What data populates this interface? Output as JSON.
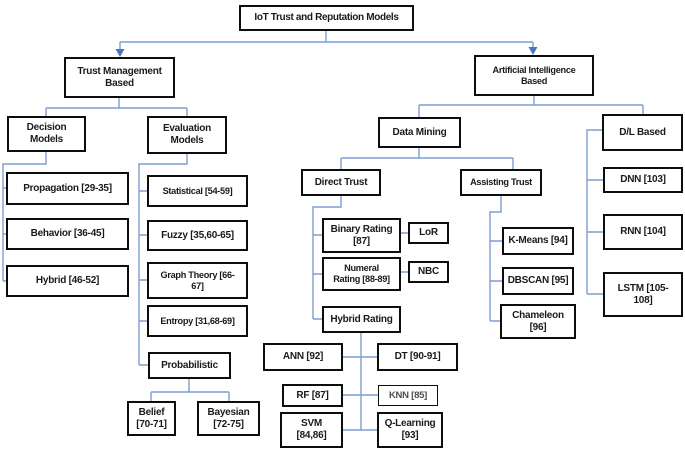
{
  "diagram": {
    "title": "IoT Trust and Reputation Models",
    "colors": {
      "connector": "#7d9ecf",
      "arrow": "#4777c0",
      "box_border": "#0d0d0d",
      "box_fill": "#ffffff",
      "text": "#1a1a1a",
      "secondary_text": "#4d4d4d"
    },
    "nodes": {
      "root": "IoT Trust and Reputation Models",
      "trust_management": "Trust Management\nBased",
      "artificial_intelligence": "Artificial Intelligence\nBased",
      "decision_models": "Decision\nModels",
      "evaluation_models": "Evaluation\nModels",
      "propagation": "Propagation [29-35]",
      "behavior": "Behavior [36-45]",
      "hybrid_decision": "Hybrid [46-52]",
      "statistical": "Statistical [54-59]",
      "fuzzy": "Fuzzy [35,60-65]",
      "graph_theory": "Graph Theory [66-\n67]",
      "entropy": "Entropy [31,68-69]",
      "probabilistic": "Probabilistic",
      "belief": "Belief\n[70-71]",
      "bayesian": "Bayesian\n[72-75]",
      "data_mining": "Data Mining",
      "dl_based": "D/L Based",
      "direct_trust": "Direct Trust",
      "assisting_trust": "Assisting Trust",
      "binary_rating": "Binary Rating\n[87]",
      "lor": "LoR",
      "numeral_rating": "Numeral\nRating [88-89]",
      "nbc": "NBC",
      "hybrid_rating": "Hybrid Rating",
      "ann": "ANN [92]",
      "dt": "DT [90-91]",
      "rf": "RF [87]",
      "knn": "KNN [85]",
      "svm": "SVM\n[84,86]",
      "q_learning": "Q-Learning\n[93]",
      "k_means": "K-Means [94]",
      "dbscan": "DBSCAN [95]",
      "chameleon": "Chameleon\n[96]",
      "dnn": "DNN [103]",
      "rnn": "RNN [104]",
      "lstm": "LSTM [105-\n108]"
    }
  }
}
